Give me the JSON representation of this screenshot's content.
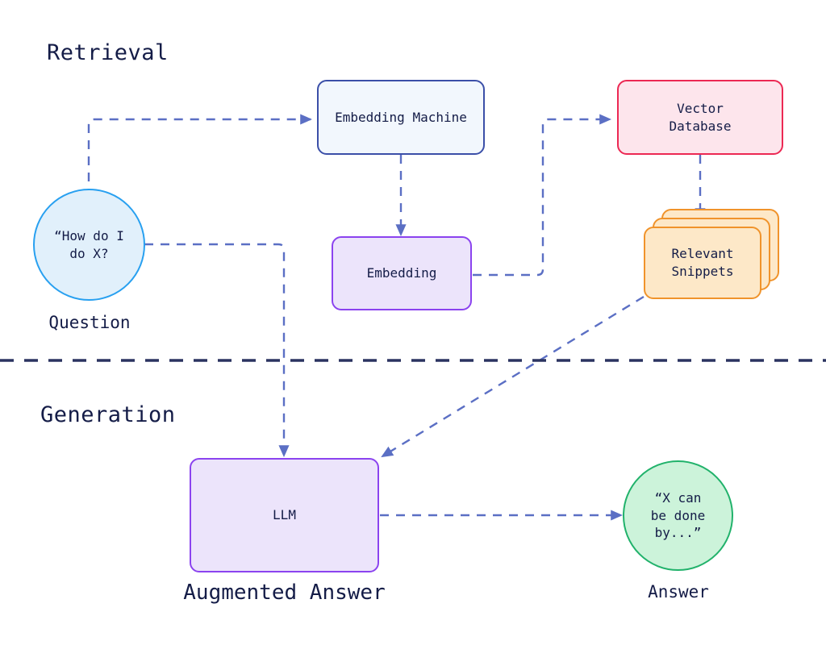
{
  "diagram": {
    "title_sections": [
      {
        "id": "retrieval",
        "label": "Retrieval"
      },
      {
        "id": "generation",
        "label": "Generation"
      }
    ],
    "nodes": [
      {
        "id": "question",
        "name": "question-node",
        "shape": "circle",
        "text": "“How do I\ndo X?",
        "caption": "Question",
        "fill": "#e1f0fb",
        "stroke": "#28a0f0"
      },
      {
        "id": "embedding-machine",
        "name": "embedding-machine-node",
        "shape": "box",
        "text": "Embedding Machine",
        "caption": "",
        "fill": "#f2f7fd",
        "stroke": "#3b4fa8"
      },
      {
        "id": "embedding",
        "name": "embedding-node",
        "shape": "box",
        "text": "Embedding",
        "caption": "",
        "fill": "#ece4fb",
        "stroke": "#8b43ef"
      },
      {
        "id": "vector-database",
        "name": "vector-database-node",
        "shape": "box",
        "text": "Vector\nDatabase",
        "caption": "",
        "fill": "#fde5ec",
        "stroke": "#ec2853"
      },
      {
        "id": "relevant-snippets",
        "name": "relevant-snippets-node",
        "shape": "stack",
        "text": "Relevant\nSnippets",
        "caption": "",
        "fill": "#fde8c8",
        "stroke": "#f0932b"
      },
      {
        "id": "llm",
        "name": "llm-node",
        "shape": "box",
        "text": "LLM",
        "caption": "Augmented Answer",
        "fill": "#ece4fb",
        "stroke": "#8b43ef"
      },
      {
        "id": "answer",
        "name": "answer-node",
        "shape": "circle",
        "text": "“X can\nbe done\nby...”",
        "caption": "Answer",
        "fill": "#ccf3da",
        "stroke": "#21b26b"
      }
    ],
    "edges": [
      {
        "id": "question-to-embedding-machine",
        "from": "question",
        "to": "embedding-machine"
      },
      {
        "id": "embedding-machine-to-embedding",
        "from": "embedding-machine",
        "to": "embedding"
      },
      {
        "id": "embedding-to-vector-database",
        "from": "embedding",
        "to": "vector-database"
      },
      {
        "id": "vector-database-to-relevant-snippets",
        "from": "vector-database",
        "to": "relevant-snippets"
      },
      {
        "id": "relevant-snippets-to-llm",
        "from": "relevant-snippets",
        "to": "llm"
      },
      {
        "id": "question-to-llm",
        "from": "question",
        "to": "llm"
      },
      {
        "id": "llm-to-answer",
        "from": "llm",
        "to": "answer"
      }
    ],
    "divider": {
      "id": "retrieval-generation-divider",
      "color": "#2b3360"
    },
    "colors": {
      "edge": "#5b6fc4",
      "text": "#141c47",
      "background": "#ffffff"
    }
  }
}
